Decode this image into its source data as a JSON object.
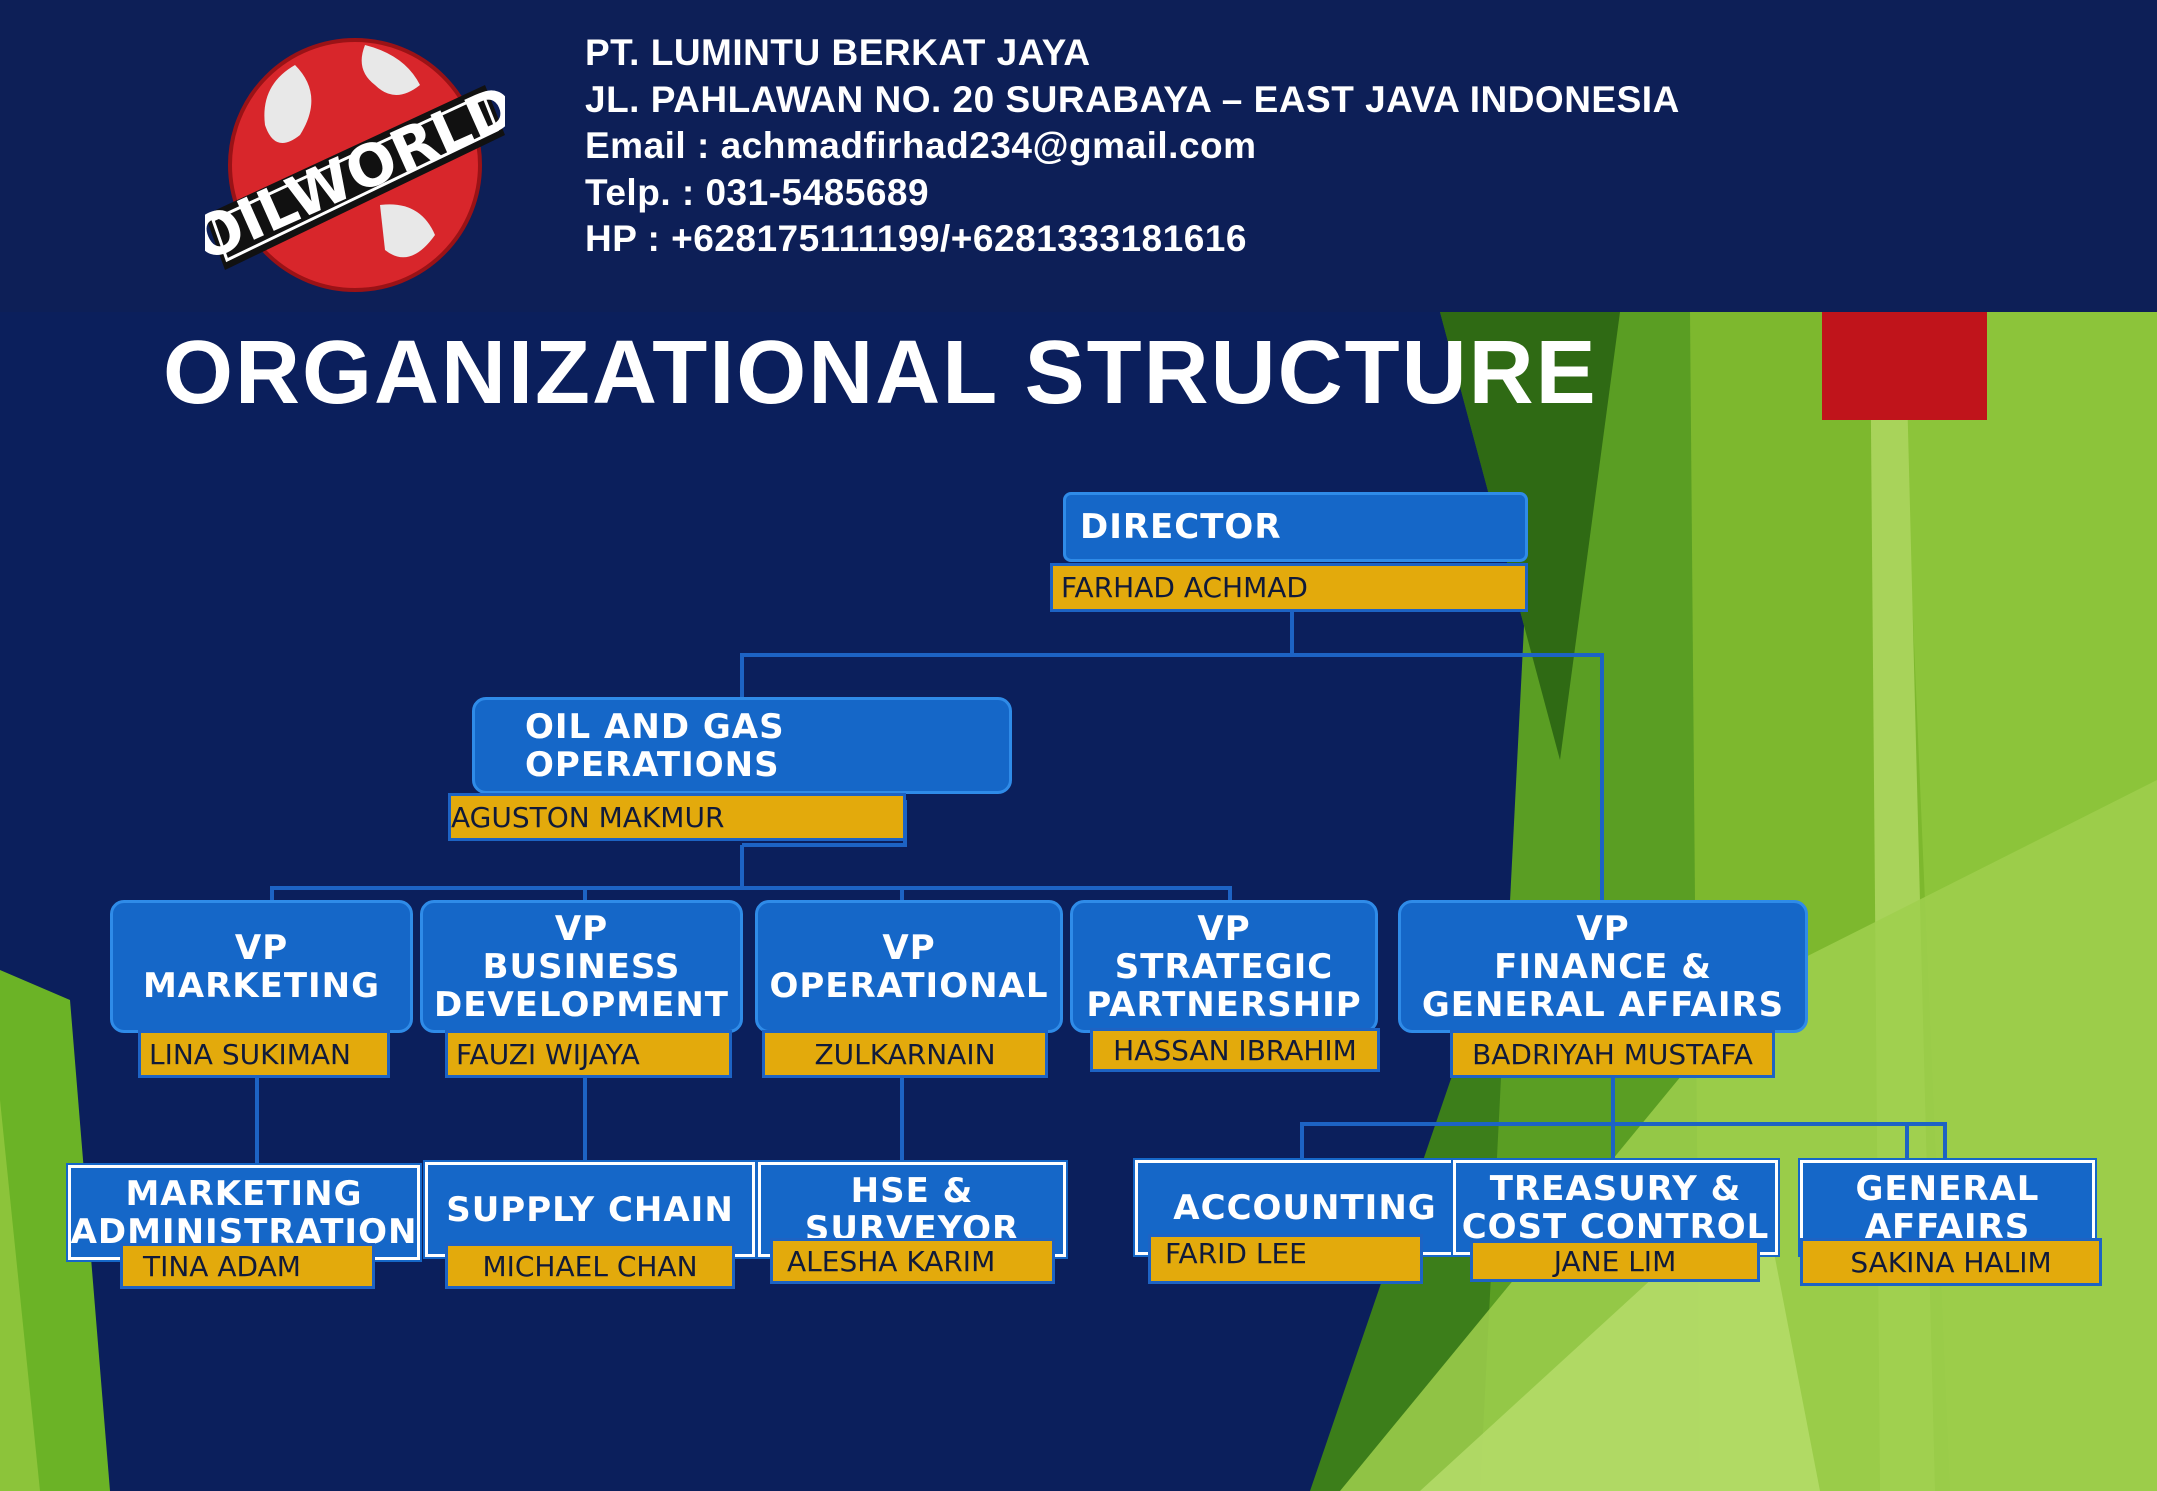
{
  "company": {
    "name": "PT. LUMINTU BERKAT JAYA",
    "address": "JL. PAHLAWAN  NO. 20 SURABAYA – EAST JAVA INDONESIA",
    "email": "Email : achmadfirhad234@gmail.com",
    "phone": "Telp. : 031-5485689",
    "mobile": "HP  : +628175111199/+6281333181616"
  },
  "logo": {
    "text": "OILWORLD",
    "colors": {
      "globe": "#d8262b",
      "band": "#111111",
      "land": "#e8e8e8"
    }
  },
  "title": "ORGANIZATIONAL STRUCTURE",
  "colors": {
    "background": "#0b1f5c",
    "box": "#1567c8",
    "box_border": "#2f8be8",
    "name_tag": "#e3aa0c",
    "accent_green": "#6bb326",
    "accent_red": "#c0141b"
  },
  "org": {
    "director": {
      "title": "DIRECTOR",
      "name": "FARHAD ACHMAD"
    },
    "oil_gas": {
      "title": "OIL AND  GAS\nOPERATIONS",
      "name": "AGUSTON MAKMUR"
    },
    "vp_marketing": {
      "title": "VP\nMARKETING",
      "name": "LINA SUKIMAN"
    },
    "vp_business": {
      "title": "VP\nBUSINESS\nDEVELOPMENT",
      "name": "FAUZI WIJAYA"
    },
    "vp_operational": {
      "title": "VP\nOPERATIONAL",
      "name": "ZULKARNAIN"
    },
    "vp_strategic": {
      "title": "VP\nSTRATEGIC\nPARTNERSHIP",
      "name": "HASSAN IBRAHIM"
    },
    "vp_finance": {
      "title": "VP\nFINANCE &\nGENERAL AFFAIRS",
      "name": "BADRIYAH MUSTAFA"
    },
    "marketing_admin": {
      "title": "MARKETING\nADMINISTRATION",
      "name": "TINA ADAM"
    },
    "supply_chain": {
      "title": "SUPPLY CHAIN",
      "name": "MICHAEL CHAN"
    },
    "hse": {
      "title": "HSE &\nSURVEYOR",
      "name": "ALESHA KARIM"
    },
    "accounting": {
      "title": "ACCOUNTING",
      "name": "FARID LEE"
    },
    "treasury": {
      "title": "TREASURY &\nCOST CONTROL",
      "name": "JANE LIM"
    },
    "general_affairs": {
      "title": "GENERAL\nAFFAIRS",
      "name": "SAKINA HALIM"
    }
  }
}
